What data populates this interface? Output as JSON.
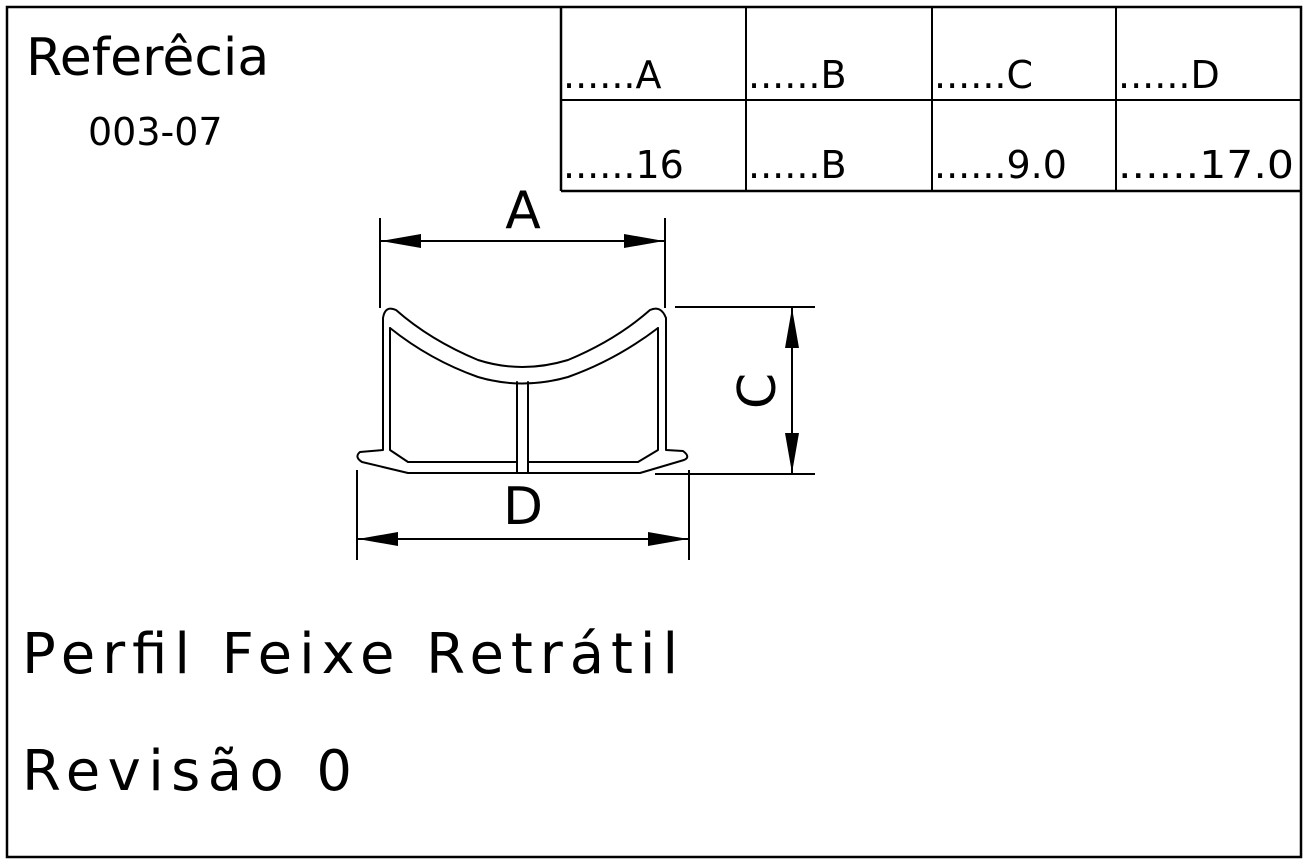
{
  "title_block": {
    "reference_label": "Referêcia",
    "reference_code": "003-07",
    "description": "Perfil Feixe Retrátil",
    "revision": "Revisão 0"
  },
  "dimension_table": {
    "headers": [
      "......A",
      "......B",
      "......C",
      "......D"
    ],
    "values": [
      "......16",
      "......B",
      "......9.0",
      "......17.0"
    ]
  },
  "profile_dimensions": {
    "width_top_label": "A",
    "height_label": "C",
    "width_base_label": "D"
  }
}
